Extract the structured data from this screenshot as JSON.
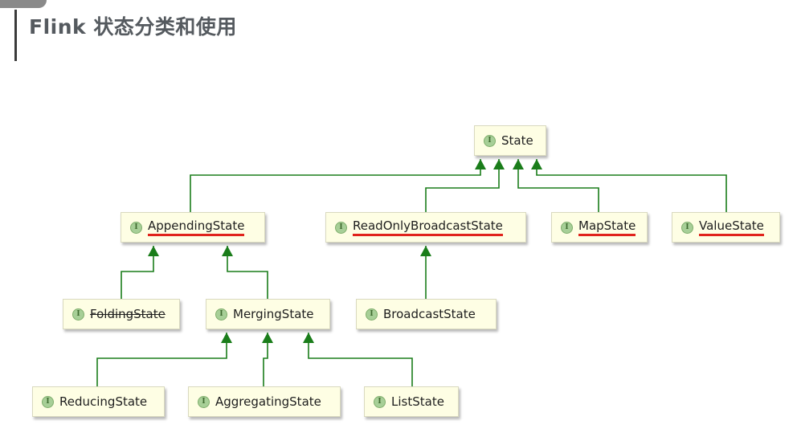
{
  "page": {
    "title": "Flink 状态分类和使用"
  },
  "interface_badge": "I",
  "colors": {
    "edge": "#1a7d1a",
    "node_fill": "#fefee4",
    "badge": "#a7cf97",
    "underline": "#e0231c"
  },
  "diagram": {
    "nodes": {
      "state": {
        "label": "State"
      },
      "appending_state": {
        "label": "AppendingState",
        "underlined": true
      },
      "read_only_broadcast_state": {
        "label": "ReadOnlyBroadcastState",
        "underlined": true
      },
      "map_state": {
        "label": "MapState",
        "underlined": true
      },
      "value_state": {
        "label": "ValueState",
        "underlined": true
      },
      "folding_state": {
        "label": "FoldingState",
        "deprecated": true
      },
      "merging_state": {
        "label": "MergingState"
      },
      "broadcast_state": {
        "label": "BroadcastState"
      },
      "reducing_state": {
        "label": "ReducingState"
      },
      "aggregating_state": {
        "label": "AggregatingState"
      },
      "list_state": {
        "label": "ListState"
      }
    },
    "edges": [
      {
        "from": "appending_state",
        "to": "state"
      },
      {
        "from": "read_only_broadcast_state",
        "to": "state"
      },
      {
        "from": "map_state",
        "to": "state"
      },
      {
        "from": "value_state",
        "to": "state"
      },
      {
        "from": "folding_state",
        "to": "appending_state"
      },
      {
        "from": "merging_state",
        "to": "appending_state"
      },
      {
        "from": "broadcast_state",
        "to": "read_only_broadcast_state"
      },
      {
        "from": "reducing_state",
        "to": "merging_state"
      },
      {
        "from": "aggregating_state",
        "to": "merging_state"
      },
      {
        "from": "list_state",
        "to": "merging_state"
      }
    ]
  }
}
